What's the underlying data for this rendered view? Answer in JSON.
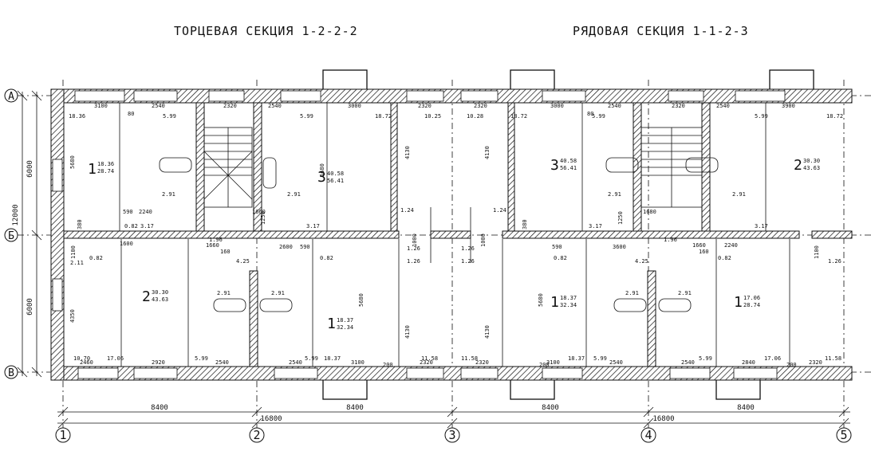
{
  "titles": {
    "left": "ТОРЦЕВАЯ СЕКЦИЯ 1-2-2-2",
    "right": "РЯДОВАЯ СЕКЦИЯ 1-1-2-3"
  },
  "axes": {
    "rows": [
      "А",
      "Б",
      "В"
    ],
    "columns": [
      "1",
      "2",
      "3",
      "4",
      "5"
    ]
  },
  "dimensions": {
    "row_spans": [
      "6000",
      "6000"
    ],
    "row_total": "12000",
    "column_spans": [
      "8400",
      "8400",
      "8400",
      "8400"
    ],
    "section_totals": [
      "16800",
      "16800"
    ]
  },
  "apartments": [
    {
      "rooms": "1",
      "living": "18.36",
      "total": "28.74"
    },
    {
      "rooms": "3",
      "living": "40.58",
      "total": "56.41"
    },
    {
      "rooms": "3",
      "living": "40.58",
      "total": "56.41"
    },
    {
      "rooms": "2",
      "living": "30.30",
      "total": "43.63"
    },
    {
      "rooms": "2",
      "living": "30.30",
      "total": "43.63"
    },
    {
      "rooms": "1",
      "living": "18.37",
      "total": "32.34"
    },
    {
      "rooms": "1",
      "living": "18.37",
      "total": "32.34"
    },
    {
      "rooms": "1",
      "living": "17.06",
      "total": "28.74"
    }
  ],
  "room_areas": {
    "top_left": [
      "18.36",
      "5.99",
      "2.91",
      "0.82",
      "3.17",
      "5.99",
      "2.91",
      "3.17",
      "18.72",
      "10.25",
      "10.28",
      "1.24",
      "1.24"
    ],
    "top_right": [
      "18.72",
      "5.99",
      "2.91",
      "3.17",
      "5.99",
      "2.91",
      "3.17",
      "18.72"
    ],
    "bottom_left": [
      "2.11",
      "0.82",
      "4.25",
      "0.82",
      "2.91",
      "2.91",
      "10.70",
      "17.06",
      "5.99",
      "5.99",
      "18.37",
      "1.26",
      "1.26",
      "1.26",
      "1.26",
      "11.58",
      "11.58"
    ],
    "bottom_right": [
      "0.82",
      "4.25",
      "0.82",
      "2.91",
      "2.91",
      "1.26",
      "18.37",
      "5.99",
      "5.99",
      "17.06",
      "11.58",
      "1.96",
      "1.96"
    ]
  },
  "segment_dims": {
    "top": [
      "3100",
      "2540",
      "2320",
      "2540",
      "3000",
      "2320",
      "2320",
      "3000",
      "2540",
      "2320",
      "2540",
      "3900"
    ],
    "bottom": [
      "2460",
      "2920",
      "2540",
      "2540",
      "3100",
      "2320",
      "2320",
      "3100",
      "2540",
      "2540",
      "2840",
      "2320"
    ],
    "interior": [
      "5680",
      "5680",
      "5680",
      "5680",
      "4130",
      "4130",
      "4130",
      "4130",
      "4350",
      "1600",
      "1660",
      "1660",
      "1660",
      "1680",
      "590",
      "590",
      "590",
      "2240",
      "2240",
      "1250",
      "1250",
      "380",
      "380",
      "2600",
      "3600",
      "80",
      "80",
      "160",
      "160",
      "200",
      "200",
      "200",
      "1100",
      "1100",
      "1000",
      "1000"
    ]
  }
}
